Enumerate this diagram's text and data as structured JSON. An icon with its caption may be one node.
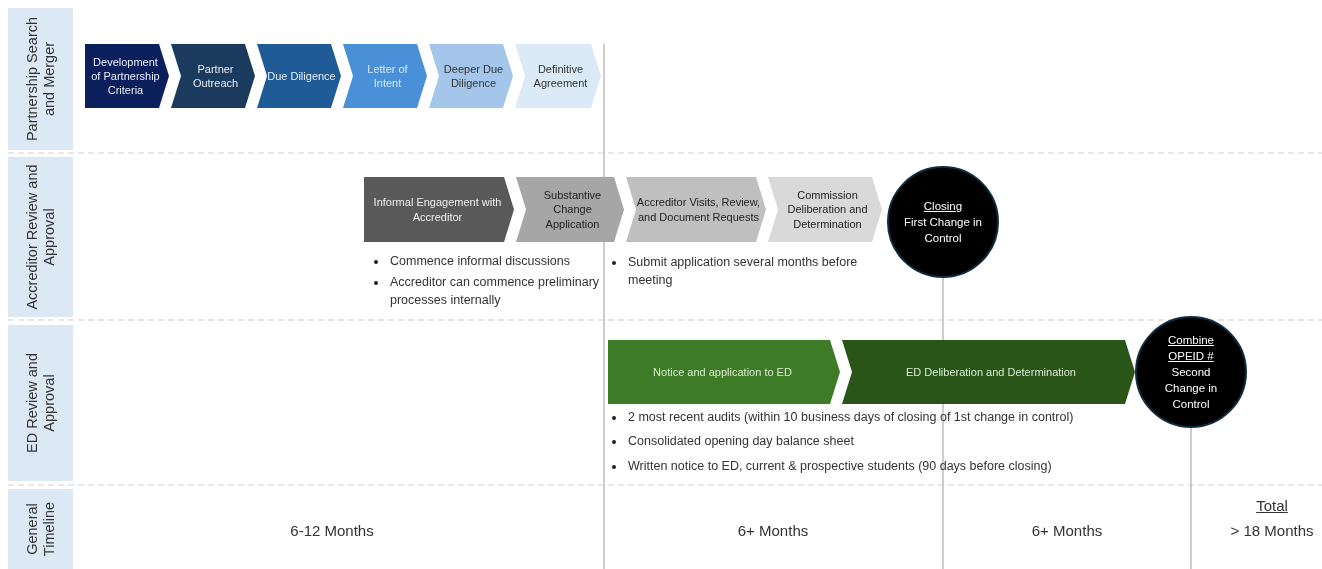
{
  "diagram": {
    "nodes": [
      {
        "text": [
          "Partnership Search and Merger"
        ]
      },
      {
        "text": [
          "Development of Partnership Criteria"
        ]
      },
      {
        "text": [
          "Partner Outreach"
        ]
      },
      {
        "text": [
          "Due Diligence"
        ]
      },
      {
        "text": [
          "Letter of Intent"
        ]
      },
      {
        "text": [
          "Deeper Due Diligence"
        ]
      },
      {
        "text": [
          "Definitive Agreement"
        ]
      },
      {
        "text": [
          "Accreditor Review and Approval"
        ]
      },
      {
        "text": [
          "Informal Engagement with Accreditor"
        ]
      },
      {
        "text": [
          "Substantive Change Application"
        ]
      },
      {
        "text": [
          "Accreditor Visits, Review, and Document Requests"
        ]
      },
      {
        "text": [
          "Commission Deliberation and Determination"
        ]
      },
      {
        "text": [
          "Closing",
          "First Change in Control"
        ]
      },
      {
        "text": [
          "ED Review and Approval"
        ]
      },
      {
        "text": [
          "Notice and application to ED"
        ]
      },
      {
        "text": [
          "ED Deliberation and Determination"
        ]
      },
      {
        "text": [
          "Combine OPEID #",
          "Second Change in Control"
        ]
      },
      {
        "text": [
          "General Timeline"
        ]
      }
    ],
    "labels": [
      "Commence informal discussions",
      "Accreditor can commence preliminary processes internally",
      "Submit application several months before meeting",
      "2 most recent audits (within 10 business days of closing of 1st change in control)",
      "Consolidated opening day balance sheet",
      "Written notice to ED, current & prospective students (90 days before closing)",
      "6-12 Months",
      "6+ Months",
      "6+ Months",
      "Total",
      "> 18 Months"
    ]
  }
}
